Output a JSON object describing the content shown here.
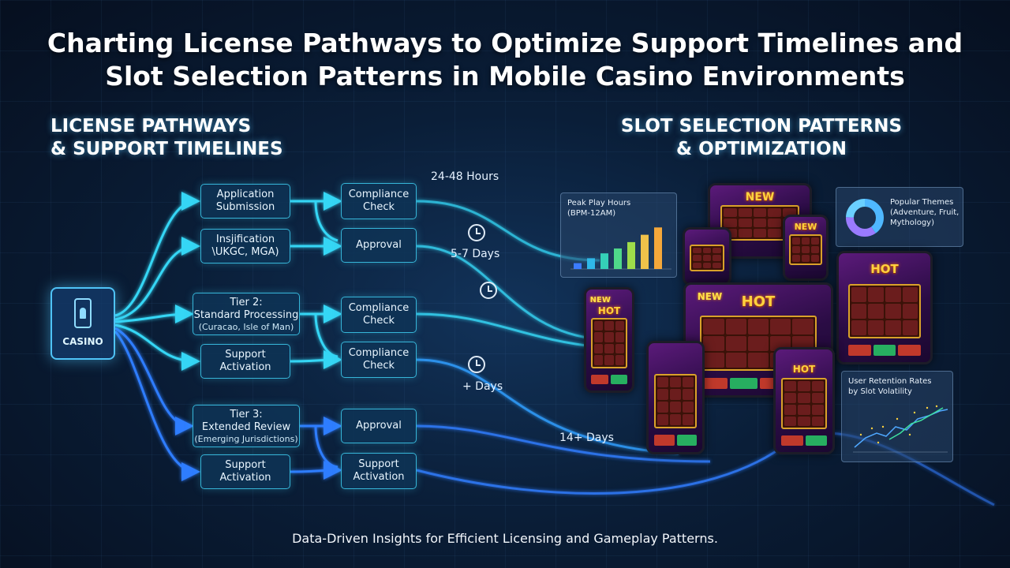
{
  "title_line1": "Charting License Pathways to Optimize Support Timelines and",
  "title_line2": "Slot Selection Patterns in Mobile Casino Environments",
  "left_section": {
    "line1": "LICENSE PATHWAYS",
    "line2": "& SUPPORT TIMELINES"
  },
  "right_section": {
    "line1": "SLOT SELECTION PATTERNS",
    "line2": "& OPTIMIZATION"
  },
  "casino_label": "CASINO",
  "nodes": {
    "app_submission": "Application\nSubmission",
    "jurisdiction": "Insjification\n\\UKGC, MGA)",
    "tier2_title": "Tier 2:",
    "tier2_main": "Standard Processing",
    "tier2_sub": "(Curacao, Isle of Man)",
    "support_activation_1": "Support\nActivation",
    "tier3_title": "Tier 3:",
    "tier3_main": "Extended Review",
    "tier3_sub": "(Emerging Jurisdictions)",
    "support_activation_2": "Support\nActivation",
    "compliance_check_1": "Compliance\nCheck",
    "approval_1": "Approval",
    "compliance_check_2": "Compliance\nCheck",
    "compliance_check_3": "Compliance\nCheck",
    "approval_2": "Approval",
    "support_activation_3": "Support\nActivation"
  },
  "timelines": {
    "t1": "24-48 Hours",
    "t2": "5-7 Days",
    "t3": "+ Days",
    "t4": "14+ Days"
  },
  "panels": {
    "peak_title": "Peak Play Hours",
    "peak_sub": "(BPM-12AM)",
    "peak_values": [
      0.12,
      0.22,
      0.32,
      0.42,
      0.55,
      0.7,
      0.85
    ],
    "themes_title": "Popular Themes",
    "themes_sub": "(Adventure, Fruit,",
    "themes_sub2": "Mythology)",
    "themes_slices": [
      0.4,
      0.35,
      0.25
    ],
    "retention_title": "User Retention Rates",
    "retention_sub": "by Slot Volatility"
  },
  "device_badges": {
    "new": "NEW",
    "hot": "HOT"
  },
  "colors": {
    "flow_cyan": "#35d6f5",
    "flow_blue": "#2f7dff",
    "node_border": "#36b5d8",
    "accent_gold": "#ffd23f"
  },
  "footer": "Data-Driven Insights for Efficient Licensing and Gameplay Patterns."
}
